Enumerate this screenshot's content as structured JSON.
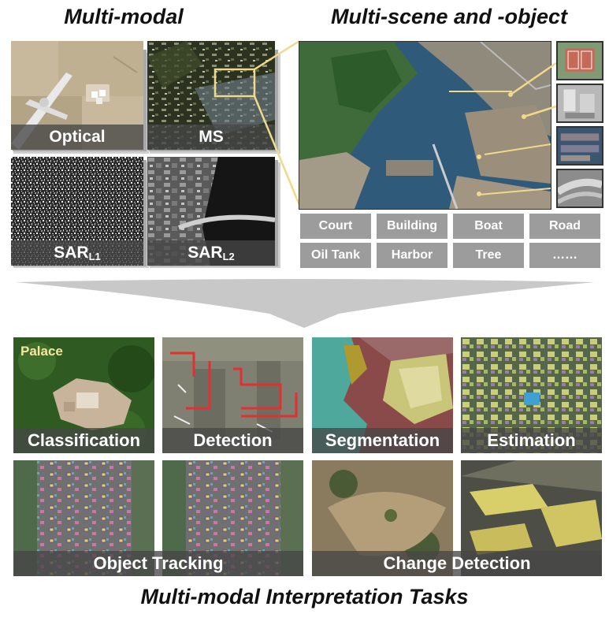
{
  "headings": {
    "multimodal": "Multi-modal",
    "multiscene": "Multi-scene and -object",
    "tasks": "Multi-modal Interpretation Tasks"
  },
  "modalities": {
    "optical": "Optical",
    "ms": "MS",
    "sar1_base": "SAR",
    "sar1_sub": "L1",
    "sar2_base": "SAR",
    "sar2_sub": "L2"
  },
  "categories": [
    "Court",
    "Building",
    "Boat",
    "Road",
    "Oil Tank",
    "Harbor",
    "Tree",
    "……"
  ],
  "tasks": {
    "palace": "Palace",
    "classification": "Classification",
    "detection": "Detection",
    "segmentation": "Segmentation",
    "estimation": "Estimation",
    "tracking": "Object Tracking",
    "change": "Change Detection"
  },
  "colors": {
    "label_band": "#464646",
    "chip": "#9c9c9c",
    "callout_line": "#f1d98a",
    "arrow": "#c8c8c8",
    "palace_text": "#f5e6a0"
  }
}
